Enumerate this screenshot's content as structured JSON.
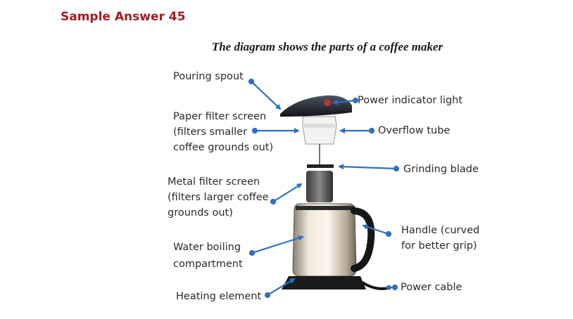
{
  "heading": "Sample Answer 45",
  "caption": "The diagram shows the parts of a coffee maker",
  "labels": {
    "pouring_spout": "Pouring spout",
    "power_indicator": "Power indicator light",
    "paper_filter_1": "Paper filter screen",
    "paper_filter_2": "(filters smaller",
    "paper_filter_3": "coffee grounds out)",
    "overflow_tube": "Overflow tube",
    "grinding_blade": "Grinding blade",
    "metal_filter_1": "Metal filter screen",
    "metal_filter_2": "(filters larger coffee",
    "metal_filter_3": "grounds out)",
    "handle_1": "Handle (curved",
    "handle_2": "for better grip)",
    "water_1": "Water boiling",
    "water_2": "compartment",
    "power_cable": "Power cable",
    "heating": "Heating element"
  },
  "colors": {
    "heading": "#a11d22",
    "arrow": "#2f6fc2"
  }
}
